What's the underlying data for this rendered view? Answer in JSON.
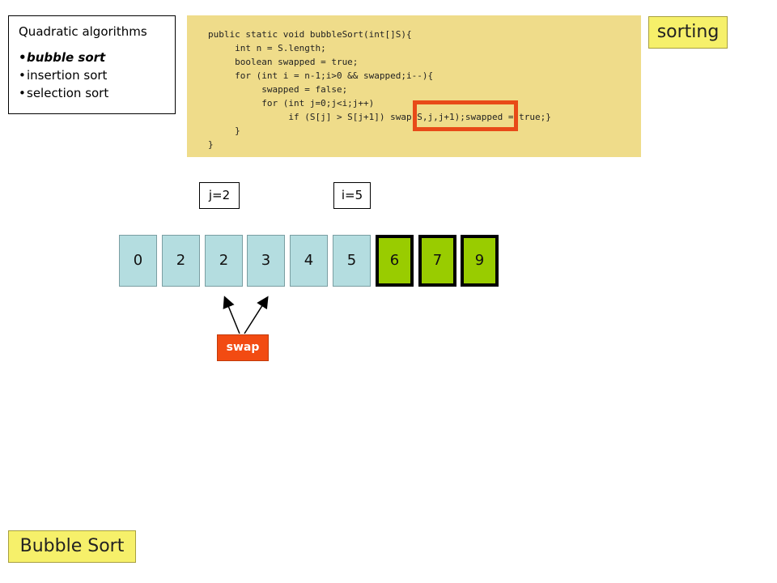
{
  "topics": {
    "heading": "Quadratic algorithms",
    "items": [
      "bubble sort",
      "insertion sort",
      "selection sort"
    ]
  },
  "code": {
    "lines": [
      "public static void bubbleSort(int[]S){",
      "     int n = S.length;",
      "     boolean swapped = true;",
      "     for (int i = n-1;i>0 && swapped;i--){",
      "          swapped = false;",
      "          for (int j=0;j<i;j++)",
      "               if (S[j] > S[j+1]) swap(S,j,j+1);swapped = true;}",
      "     }",
      "}"
    ]
  },
  "topic_tag": "sorting",
  "variables": {
    "j": "j=2",
    "i": "i=5"
  },
  "array": {
    "values": [
      "0",
      "2",
      "2",
      "3",
      "4",
      "5",
      "6",
      "7",
      "9"
    ],
    "sorted_from_index": 6
  },
  "swap_label": "swap",
  "slide_title": "Bubble Sort",
  "colors": {
    "unsorted_cell": "#b4dde0",
    "sorted_cell": "#99cc00",
    "highlight": "#e84a18",
    "swap_box": "#f24b12",
    "code_background": "#efdc8a",
    "tag_background": "#f6f06a"
  }
}
